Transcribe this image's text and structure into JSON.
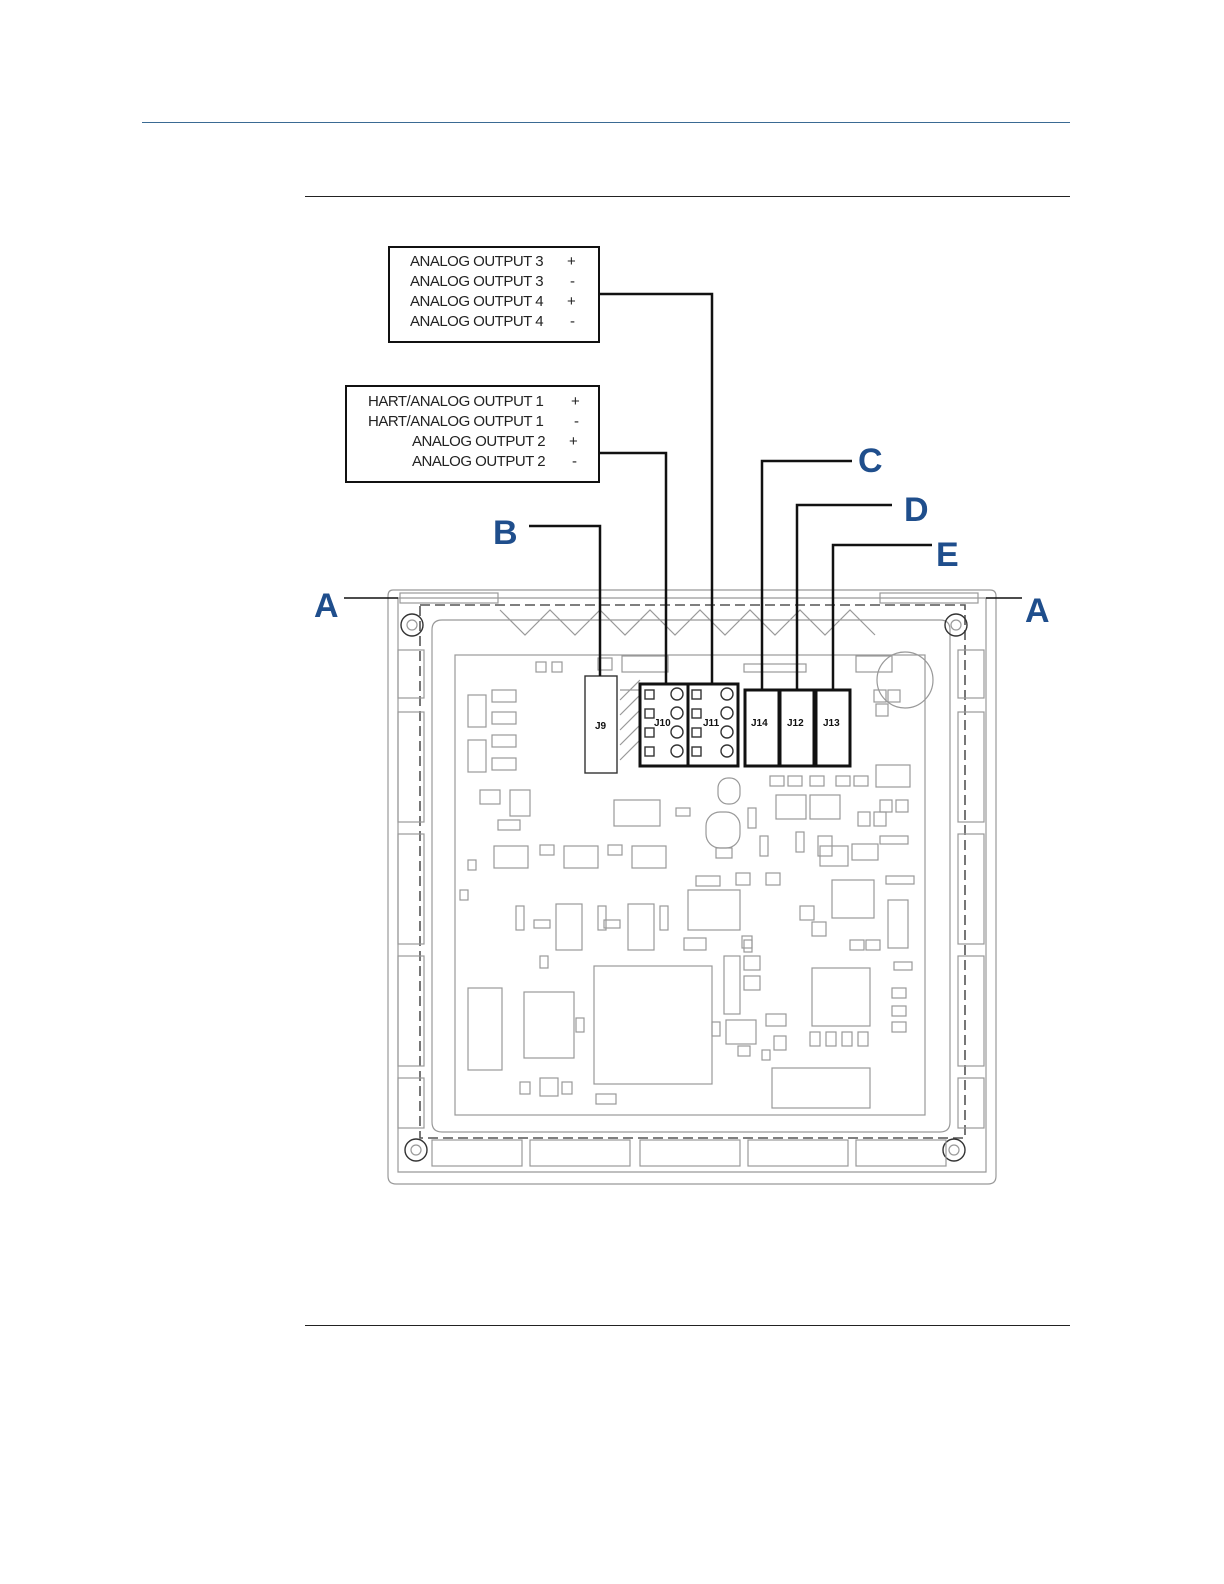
{
  "terminal_box_1": {
    "rows": [
      {
        "label": "ANALOG OUTPUT 3",
        "sign": "+"
      },
      {
        "label": "ANALOG OUTPUT 3",
        "sign": "-"
      },
      {
        "label": "ANALOG OUTPUT 4",
        "sign": "+"
      },
      {
        "label": "ANALOG OUTPUT 4",
        "sign": "-"
      }
    ]
  },
  "terminal_box_2": {
    "rows": [
      {
        "label": "HART/ANALOG OUTPUT 1",
        "sign": "+"
      },
      {
        "label": "HART/ANALOG OUTPUT 1",
        "sign": "-"
      },
      {
        "label": "ANALOG OUTPUT 2",
        "sign": "+"
      },
      {
        "label": "ANALOG OUTPUT 2",
        "sign": "-"
      }
    ]
  },
  "callouts": {
    "a_left": "A",
    "a_right": "A",
    "b": "B",
    "c": "C",
    "d": "D",
    "e": "E"
  },
  "connectors": {
    "j9": "J9",
    "j10": "J10",
    "j11": "J11",
    "j14": "J14",
    "j12": "J12",
    "j13": "J13"
  },
  "colors": {
    "header_rule": "#3a6a93",
    "callout": "#1f4e8c"
  }
}
